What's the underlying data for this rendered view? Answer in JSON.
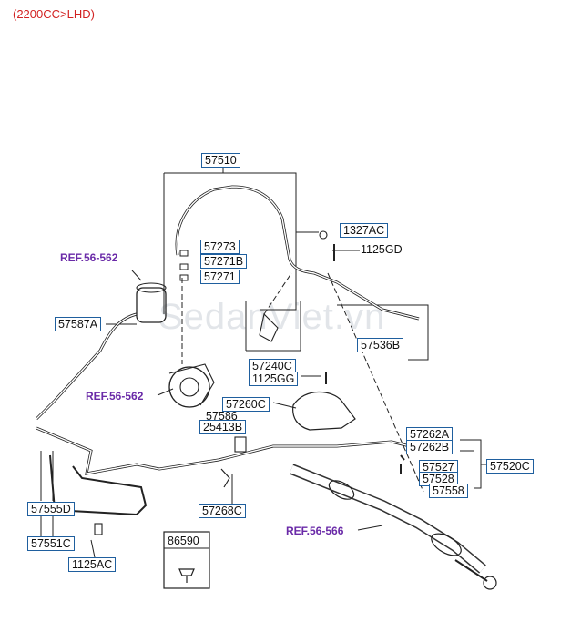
{
  "header": {
    "title": "(2200CC>LHD)"
  },
  "watermark": "SedanViet.vn",
  "colors": {
    "box_border": "#1f5f9e",
    "ref_text": "#6a2aa8",
    "header_text": "#d22222",
    "line": "#222222"
  },
  "labels": {
    "p57510": "57510",
    "p57273": "57273",
    "p57271B": "57271B",
    "p57271": "57271",
    "p1327AC": "1327AC",
    "p1125GD": "1125GD",
    "ref56562a": "REF.56-562",
    "p57587A": "57587A",
    "p57536B": "57536B",
    "ref56562b": "REF.56-562",
    "p57240C": "57240C",
    "p1125GG": "1125GG",
    "p57260C": "57260C",
    "p57586": "57586",
    "p25413B": "25413B",
    "p57262A": "57262A",
    "p57262B": "57262B",
    "p57527": "57527",
    "p57520C": "57520C",
    "p57528": "57528",
    "p57558": "57558",
    "p57555D": "57555D",
    "p57268C": "57268C",
    "ref56566": "REF.56-566",
    "p57551C": "57551C",
    "p1125AC": "1125AC",
    "p86590": "86590"
  }
}
